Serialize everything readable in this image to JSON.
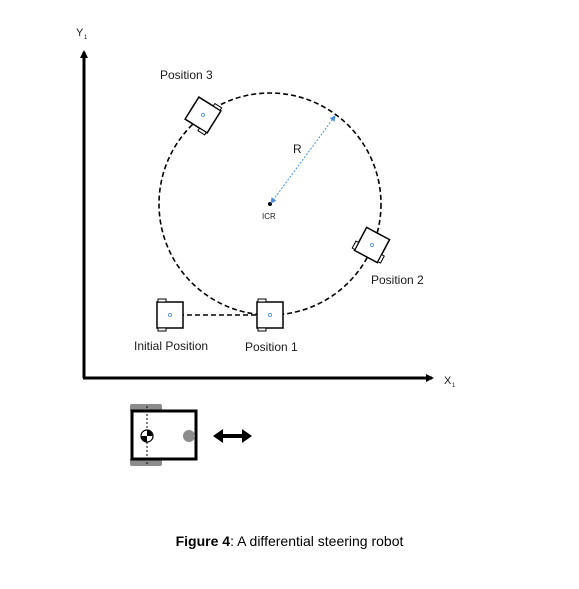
{
  "axes": {
    "y_label": "Y",
    "y_subscript": "1",
    "x_label": "X",
    "x_subscript": "1"
  },
  "labels": {
    "position_3": "Position 3",
    "position_2": "Position 2",
    "position_1": "Position 1",
    "initial_position": "Initial Position",
    "icr": "ICR",
    "radius": "R"
  },
  "caption": {
    "bold": "Figure 4",
    "text": ": A differential steering robot"
  },
  "colors": {
    "radius_line": "#4a90d9",
    "wheel_gray": "#8c8c8c",
    "ink": "#000000"
  }
}
